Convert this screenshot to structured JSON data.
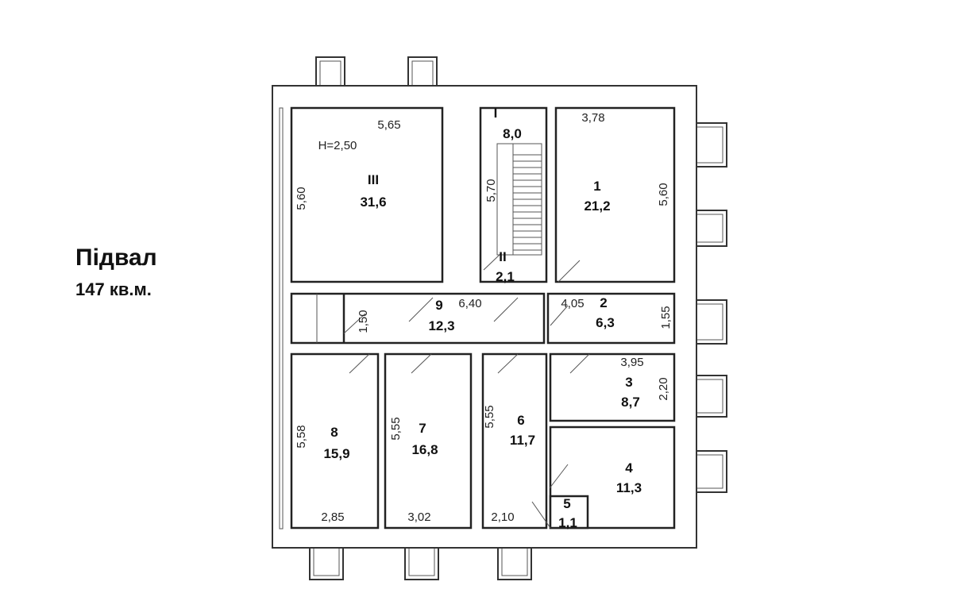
{
  "heading": {
    "title": "Підвал",
    "area": "147 кв.м."
  },
  "rooms": [
    {
      "id": "III",
      "area": "31,6",
      "height": "H=2,50",
      "dim_w": "5,65",
      "dim_h": "5,60"
    },
    {
      "id": "I",
      "area": "8,0",
      "dim_h": "5,70"
    },
    {
      "id": "II",
      "area": "2,1"
    },
    {
      "id": "1",
      "area": "21,2",
      "dim_w": "3,78",
      "dim_h": "5,60"
    },
    {
      "id": "9",
      "area": "12,3",
      "dim_w": "6,40",
      "dim_h": "1,50"
    },
    {
      "id": "2",
      "area": "6,3",
      "dim_w": "4,05",
      "dim_h": "1,55"
    },
    {
      "id": "8",
      "area": "15,9",
      "dim_w": "2,85",
      "dim_h": "5,58"
    },
    {
      "id": "7",
      "area": "16,8",
      "dim_w": "3,02",
      "dim_h": "5,55"
    },
    {
      "id": "6",
      "area": "11,7",
      "dim_w": "2,10",
      "dim_h": "5,55"
    },
    {
      "id": "3",
      "area": "8,7",
      "dim_w": "3,95",
      "dim_h": "2,20"
    },
    {
      "id": "4",
      "area": "11,3"
    },
    {
      "id": "5",
      "area": "1,1"
    }
  ]
}
